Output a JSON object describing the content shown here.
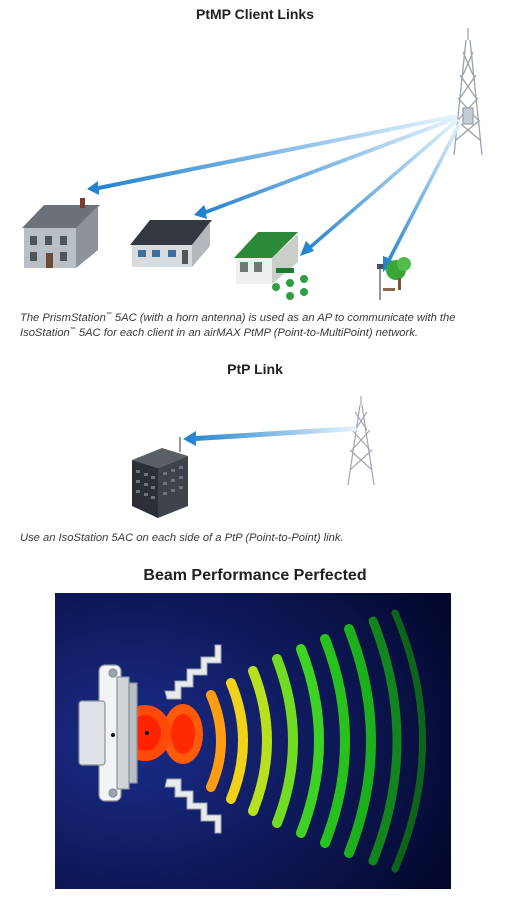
{
  "section1": {
    "title": "PtMP Client Links",
    "caption": {
      "p1": "The PrismStation",
      "tm1": "™",
      "p2": " 5AC (with a horn antenna) is used as an AP to communicate with the IsoStation",
      "tm2": "™",
      "p3": " 5AC for each client in an airMAX PtMP (Point-to-MultiPoint) network."
    }
  },
  "section2": {
    "title": "PtP Link",
    "caption": "Use an IsoStation 5AC on each side of a PtP (Point-to-Point) link."
  },
  "section3": {
    "title": "Beam Performance Perfected"
  },
  "colors": {
    "beam_arrow": "#2a8ad0",
    "beam_fade": "#cfeaf8",
    "plot_bg": "#050a3a",
    "heat_core": "#ff2a00",
    "heat_mid": "#ffd500",
    "heat_outer": "#22c81e"
  }
}
